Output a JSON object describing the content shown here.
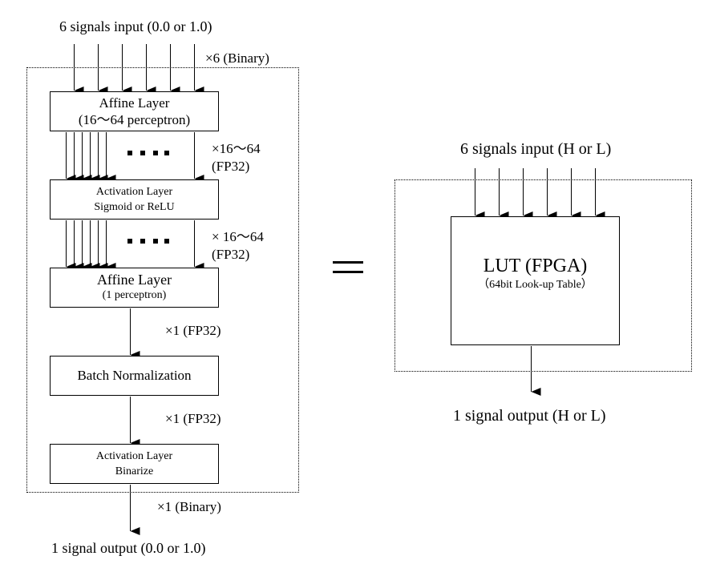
{
  "left": {
    "input_label": "6 signals input (0.0 or 1.0)",
    "input_mult": "×6 (Binary)",
    "layers": [
      {
        "title": "Affine Layer",
        "subtitle": "(16～64 perceptron)"
      },
      {
        "title": "Activation Layer",
        "subtitle": "Sigmoid or ReLU"
      },
      {
        "title": "Affine Layer",
        "subtitle": "(1 perceptron)"
      },
      {
        "title": "Batch Normalization",
        "subtitle": ""
      },
      {
        "title": "Activation Layer",
        "subtitle": "Binarize"
      }
    ],
    "edge_labels": [
      {
        "line1": "×16～64",
        "line2": "(FP32)"
      },
      {
        "line1": "× 16～64",
        "line2": "(FP32)"
      },
      {
        "line1": "×1 (FP32)"
      },
      {
        "line1": "×1 (FP32)"
      },
      {
        "line1": "×1 (Binary)"
      }
    ],
    "ellipsis": "....",
    "output_label": "1 signal output (0.0 or 1.0)"
  },
  "equals": "=",
  "right": {
    "input_label": "6 signals input (H or L)",
    "lut_title": "LUT (FPGA)",
    "lut_subtitle": "（64bit Look-up Table）",
    "output_label": "1 signal output (H or L)"
  }
}
